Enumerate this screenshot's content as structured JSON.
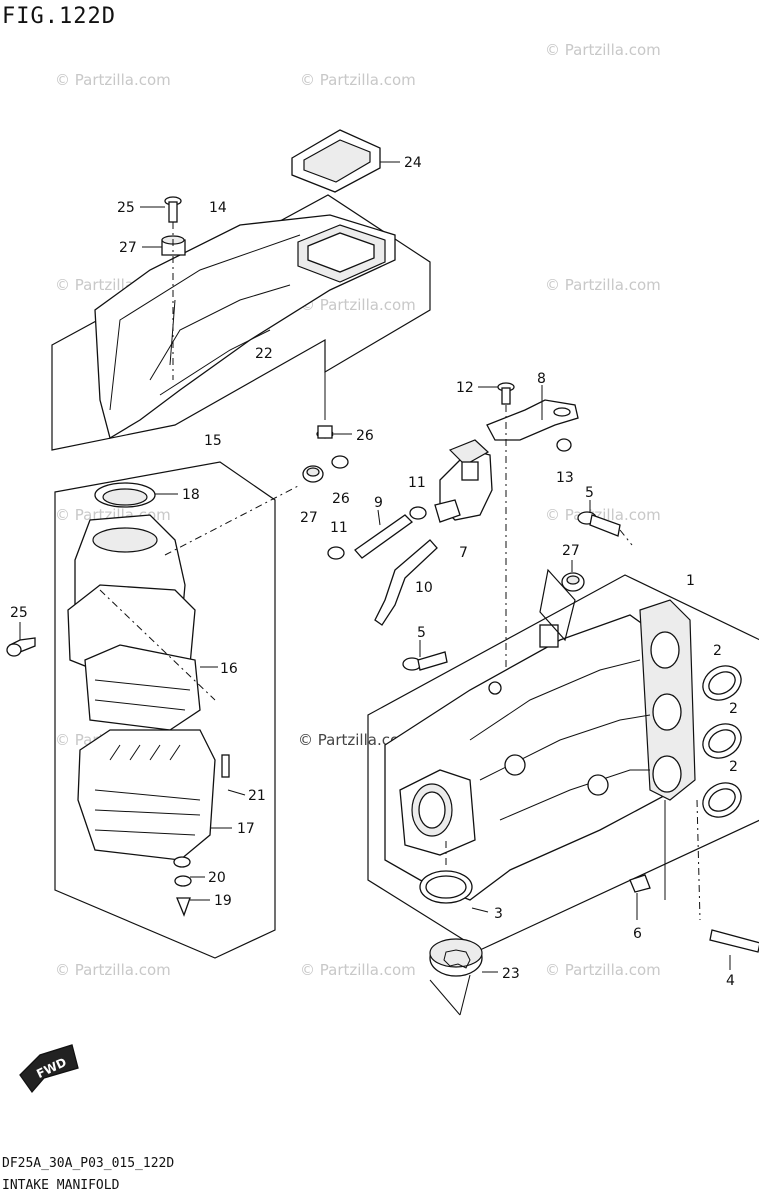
{
  "figure": {
    "title": "FIG.122D",
    "code": "DF25A_30A_P03_015_122D",
    "caption": "INTAKE MANIFOLD",
    "fwd_label": "FWD"
  },
  "watermark": "© Partzilla.com",
  "callouts": [
    "1",
    "2",
    "3",
    "4",
    "5",
    "6",
    "7",
    "8",
    "9",
    "10",
    "11",
    "12",
    "13",
    "14",
    "15",
    "16",
    "17",
    "18",
    "19",
    "20",
    "21",
    "22",
    "23",
    "24",
    "25",
    "26",
    "27"
  ],
  "colors": {
    "ink": "#111111",
    "watermark": "#c8c8c8",
    "paper": "#ffffff"
  }
}
